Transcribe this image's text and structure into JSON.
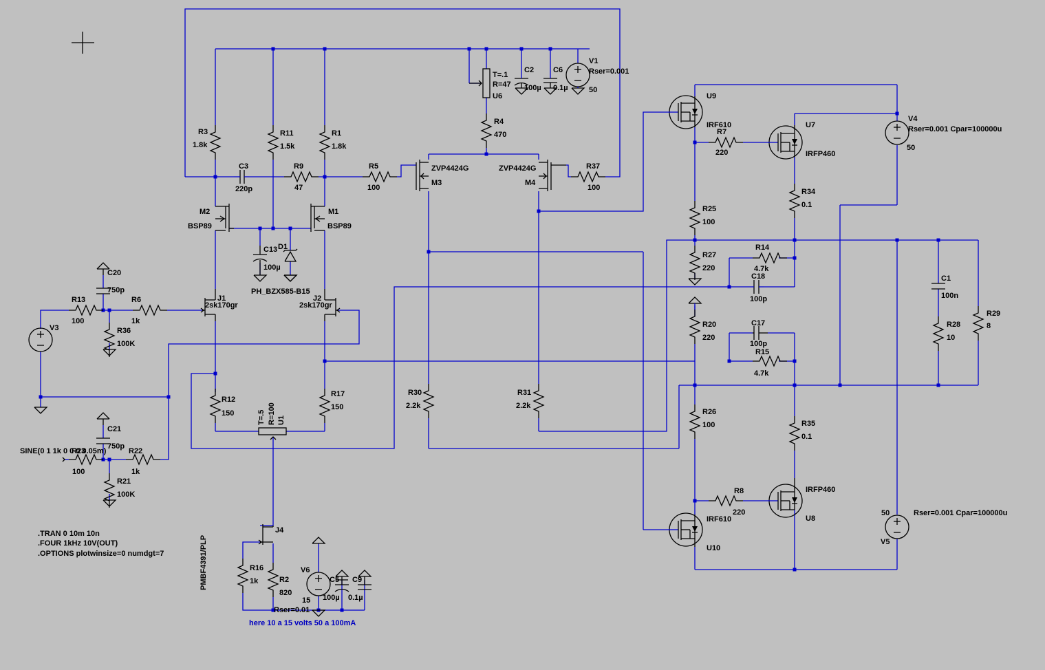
{
  "labels": {
    "R1": "R1",
    "R1v": "1.8k",
    "R2": "R2",
    "R2v": "820",
    "R3": "R3",
    "R3v": "1.8k",
    "R4": "R4",
    "R4v": "470",
    "R5": "R5",
    "R5v": "100",
    "R6": "R6",
    "R6v": "1k",
    "R7": "R7",
    "R7v": "220",
    "R8": "R8",
    "R8v": "220",
    "R9": "R9",
    "R9v": "47",
    "R11": "R11",
    "R11v": "1.5k",
    "R12": "R12",
    "R12v": "150",
    "R13": "R13",
    "R13v": "100",
    "R14": "R14",
    "R14v": "4.7k",
    "R15": "R15",
    "R15v": "4.7k",
    "R16": "R16",
    "R16v": "1k",
    "R17": "R17",
    "R17v": "150",
    "R20": "R20",
    "R20v": "220",
    "R21": "R21",
    "R21v": "100K",
    "R22": "R22",
    "R22v": "1k",
    "R23v": "100",
    "R25": "R25",
    "R25v": "100",
    "R26": "R26",
    "R26v": "100",
    "R27": "R27",
    "R27v": "220",
    "R28": "R28",
    "R28v": "10",
    "R29": "R29",
    "R29v": "8",
    "R30": "R30",
    "R30v": "2.2k",
    "R31": "R31",
    "R31v": "2.2k",
    "R34": "R34",
    "R34v": "0.1",
    "R35": "R35",
    "R35v": "0.1",
    "R36": "R36",
    "R36v": "100K",
    "R37": "R37",
    "R37v": "100",
    "C1": "C1",
    "C1v": "100n",
    "C2": "C2",
    "C2v": "100µ",
    "C3": "C3",
    "C3v": "220p",
    "C5": "C5",
    "C5v": "100µ",
    "C6": "C6",
    "C6v": "0.1µ",
    "C9": "C9",
    "C9v": "0.1µ",
    "C13": "C13",
    "C13v": "100µ",
    "C17": "C17",
    "C17v": "100p",
    "C18": "C18",
    "C18v": "100p",
    "C20": "C20",
    "C20v": "750p",
    "C21": "C21",
    "C21v": "750p",
    "D1": "D1",
    "D1v": "PH_BZX585-B15",
    "J1": "J1",
    "J1v": "2sk170gr",
    "J2": "J2",
    "J2v": "2sk170gr",
    "J4": "J4",
    "J4v": "PMBF4391/PLP",
    "M1": "M1",
    "M1v": "BSP89",
    "M2": "M2",
    "M2v": "BSP89",
    "M3": "M3",
    "M3v": "ZVP4424G",
    "M4": "M4",
    "M4v": "ZVP4424G",
    "U1": "U1",
    "U1t": "T=.5",
    "U1r": "R=100",
    "U6": "U6",
    "U6t": "T=.1",
    "U6r": "R=47",
    "U7": "U7",
    "U7v": "IRFP460",
    "U8": "U8",
    "U8v": "IRFP460",
    "U9": "U9",
    "U9v": "IRF610",
    "U10": "U10",
    "U10v": "IRF610",
    "V1": "V1",
    "V1v": "50",
    "V1p": "Rser=0.001",
    "V3": "V3",
    "V4": "V4",
    "V4v": "50",
    "V4p": "Rser=0.001 Cpar=100000u",
    "V5": "V5",
    "V5v": "50",
    "V5p": "Rser=0.001 Cpar=100000u",
    "V6": "V6",
    "V6v": "15",
    "V6p": "Rser=0.01",
    "sine": "SINE(0 1 1k 0 0 0 0.05m)",
    "r23": "R23"
  },
  "directives": [
    ".TRAN 0 10m 10n",
    ".FOUR 1kHz 10V(OUT)",
    ".OPTIONS plotwinsize=0 numdgt=7"
  ],
  "comment": "here 10 a 15 volts 50 a 100mA",
  "colors": {
    "background": "#c0c0c0",
    "wire": "#0000cc",
    "component": "#000000",
    "comment": "#0000c0"
  }
}
